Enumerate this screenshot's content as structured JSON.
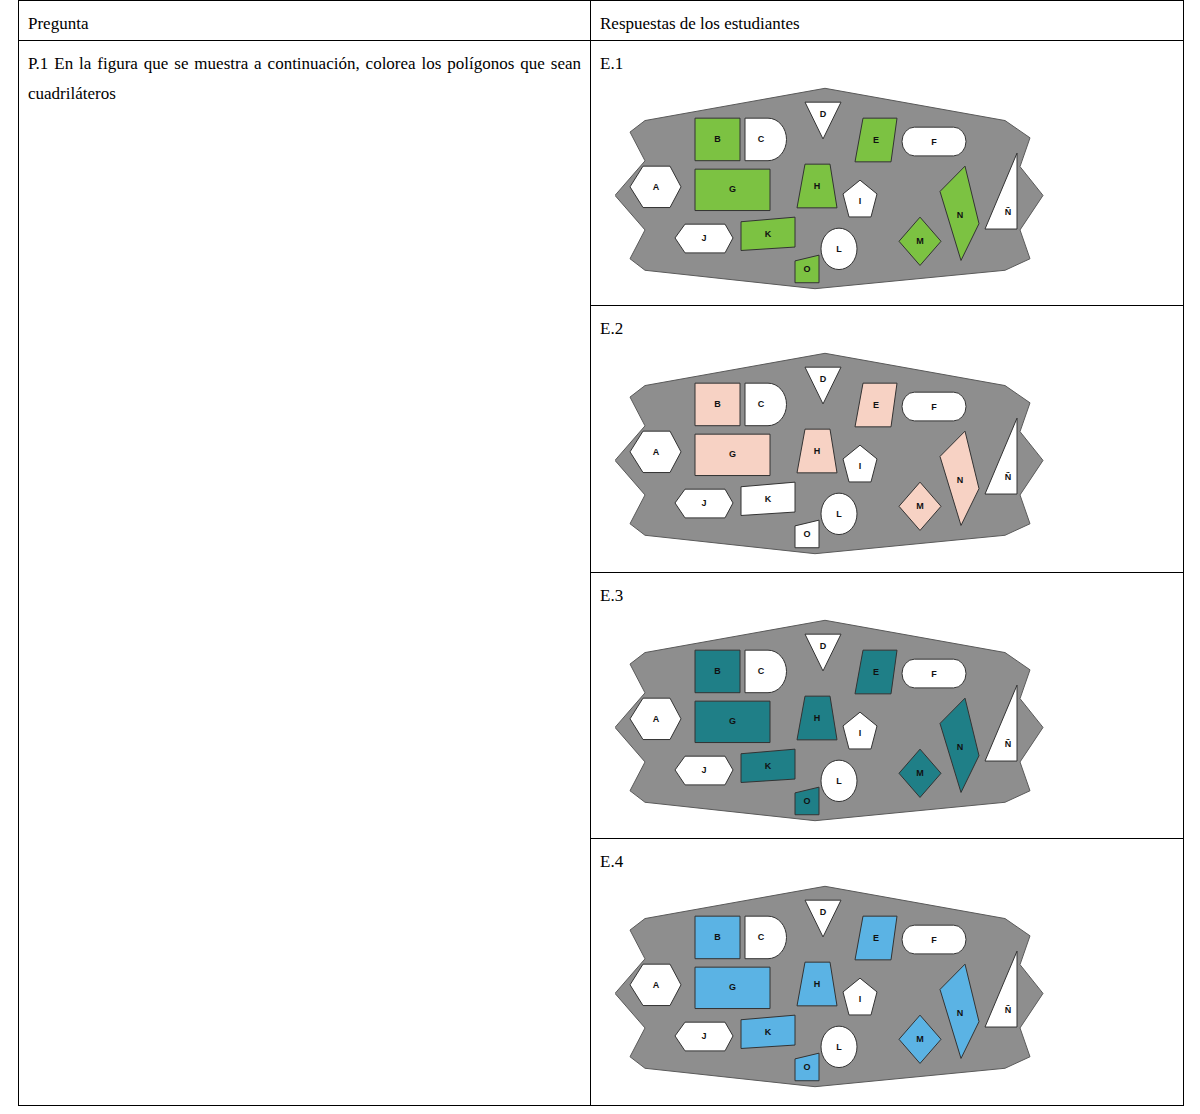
{
  "diagram": {
    "nodes": [
      {
        "text": [
          "Pregunta"
        ]
      },
      {
        "text": [
          "Respuestas de los estudiantes"
        ]
      },
      {
        "text": [
          "P.1 En la figura que se muestra a continuación, colorea los polígonos que sean cuadriláteros"
        ]
      },
      {
        "text": [
          "E.1"
        ]
      },
      {
        "text": [
          "A"
        ],
        "in": 3
      },
      {
        "text": [
          "B"
        ],
        "in": 3
      },
      {
        "text": [
          "C"
        ],
        "in": 3
      },
      {
        "text": [
          "D"
        ],
        "in": 3
      },
      {
        "text": [
          "E"
        ],
        "in": 3
      },
      {
        "text": [
          "F"
        ],
        "in": 3
      },
      {
        "text": [
          "G"
        ],
        "in": 3
      },
      {
        "text": [
          "H"
        ],
        "in": 3
      },
      {
        "text": [
          "I"
        ],
        "in": 3
      },
      {
        "text": [
          "J"
        ],
        "in": 3
      },
      {
        "text": [
          "K"
        ],
        "in": 3
      },
      {
        "text": [
          "L"
        ],
        "in": 3
      },
      {
        "text": [
          "M"
        ],
        "in": 3
      },
      {
        "text": [
          "N"
        ],
        "in": 3
      },
      {
        "text": [
          "Ñ"
        ],
        "in": 3
      },
      {
        "text": [
          "O"
        ],
        "in": 3
      },
      {
        "text": [
          "E.2"
        ]
      },
      {
        "text": [
          "A"
        ],
        "in": 20
      },
      {
        "text": [
          "B"
        ],
        "in": 20
      },
      {
        "text": [
          "C"
        ],
        "in": 20
      },
      {
        "text": [
          "D"
        ],
        "in": 20
      },
      {
        "text": [
          "E"
        ],
        "in": 20
      },
      {
        "text": [
          "F"
        ],
        "in": 20
      },
      {
        "text": [
          "G"
        ],
        "in": 20
      },
      {
        "text": [
          "H"
        ],
        "in": 20
      },
      {
        "text": [
          "I"
        ],
        "in": 20
      },
      {
        "text": [
          "J"
        ],
        "in": 20
      },
      {
        "text": [
          "K"
        ],
        "in": 20
      },
      {
        "text": [
          "L"
        ],
        "in": 20
      },
      {
        "text": [
          "M"
        ],
        "in": 20
      },
      {
        "text": [
          "N"
        ],
        "in": 20
      },
      {
        "text": [
          "Ñ"
        ],
        "in": 20
      },
      {
        "text": [
          "O"
        ],
        "in": 20
      },
      {
        "text": [
          "E.3"
        ]
      },
      {
        "text": [
          "A"
        ],
        "in": 37
      },
      {
        "text": [
          "B"
        ],
        "in": 37
      },
      {
        "text": [
          "C"
        ],
        "in": 37
      },
      {
        "text": [
          "D"
        ],
        "in": 37
      },
      {
        "text": [
          "E"
        ],
        "in": 37
      },
      {
        "text": [
          "F"
        ],
        "in": 37
      },
      {
        "text": [
          "G"
        ],
        "in": 37
      },
      {
        "text": [
          "H"
        ],
        "in": 37
      },
      {
        "text": [
          "I"
        ],
        "in": 37
      },
      {
        "text": [
          "J"
        ],
        "in": 37
      },
      {
        "text": [
          "K"
        ],
        "in": 37
      },
      {
        "text": [
          "L"
        ],
        "in": 37
      },
      {
        "text": [
          "M"
        ],
        "in": 37
      },
      {
        "text": [
          "N"
        ],
        "in": 37
      },
      {
        "text": [
          "Ñ"
        ],
        "in": 37
      },
      {
        "text": [
          "O"
        ],
        "in": 37
      },
      {
        "text": [
          "E.4"
        ]
      },
      {
        "text": [
          "A"
        ],
        "in": 54
      },
      {
        "text": [
          "B"
        ],
        "in": 54
      },
      {
        "text": [
          "C"
        ],
        "in": 54
      },
      {
        "text": [
          "D"
        ],
        "in": 54
      },
      {
        "text": [
          "E"
        ],
        "in": 54
      },
      {
        "text": [
          "F"
        ],
        "in": 54
      },
      {
        "text": [
          "G"
        ],
        "in": 54
      },
      {
        "text": [
          "H"
        ],
        "in": 54
      },
      {
        "text": [
          "I"
        ],
        "in": 54
      },
      {
        "text": [
          "J"
        ],
        "in": 54
      },
      {
        "text": [
          "K"
        ],
        "in": 54
      },
      {
        "text": [
          "L"
        ],
        "in": 54
      },
      {
        "text": [
          "M"
        ],
        "in": 54
      },
      {
        "text": [
          "N"
        ],
        "in": 54
      },
      {
        "text": [
          "Ñ"
        ],
        "in": 54
      },
      {
        "text": [
          "O"
        ],
        "in": 54
      }
    ]
  }
}
